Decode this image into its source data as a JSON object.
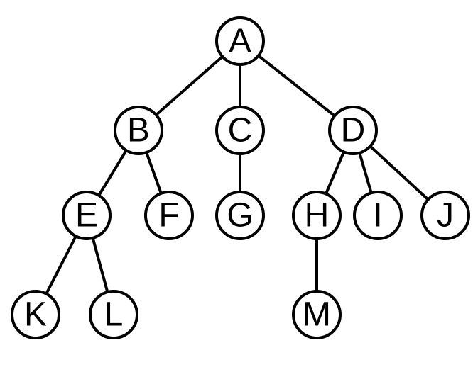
{
  "tree": {
    "nodes": [
      {
        "id": "A",
        "label": "A"
      },
      {
        "id": "B",
        "label": "B"
      },
      {
        "id": "C",
        "label": "C"
      },
      {
        "id": "D",
        "label": "D"
      },
      {
        "id": "E",
        "label": "E"
      },
      {
        "id": "F",
        "label": "F"
      },
      {
        "id": "G",
        "label": "G"
      },
      {
        "id": "H",
        "label": "H"
      },
      {
        "id": "I",
        "label": "I"
      },
      {
        "id": "J",
        "label": "J"
      },
      {
        "id": "K",
        "label": "K"
      },
      {
        "id": "L",
        "label": "L"
      },
      {
        "id": "M",
        "label": "M"
      }
    ],
    "edges": [
      {
        "from": "A",
        "to": "B"
      },
      {
        "from": "A",
        "to": "C"
      },
      {
        "from": "A",
        "to": "D"
      },
      {
        "from": "B",
        "to": "E"
      },
      {
        "from": "B",
        "to": "F"
      },
      {
        "from": "C",
        "to": "G"
      },
      {
        "from": "D",
        "to": "H"
      },
      {
        "from": "D",
        "to": "I"
      },
      {
        "from": "D",
        "to": "J"
      },
      {
        "from": "E",
        "to": "K"
      },
      {
        "from": "E",
        "to": "L"
      },
      {
        "from": "H",
        "to": "M"
      }
    ]
  }
}
